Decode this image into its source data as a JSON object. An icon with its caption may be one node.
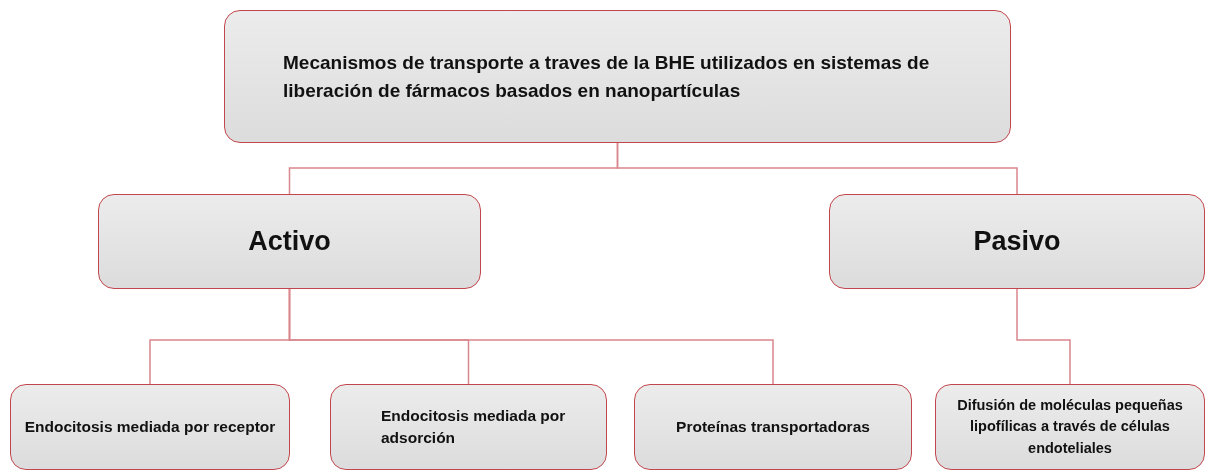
{
  "diagram": {
    "nodes": [
      {
        "text": [
          "Mecanismos de transporte a traves de la BHE utilizados en sistemas de liberación de fármacos basados en nanopartículas"
        ]
      },
      {
        "text": [
          "Activo"
        ]
      },
      {
        "text": [
          "Pasivo"
        ]
      },
      {
        "text": [
          "Endocitosis mediada por receptor"
        ]
      },
      {
        "text": [
          "Endocitosis mediada por adsorción"
        ]
      },
      {
        "text": [
          "Proteínas transportadoras"
        ]
      },
      {
        "text": [
          "Difusión de moléculas pequeñas lipofílicas a través de células endoteliales"
        ]
      }
    ],
    "edges": [
      {
        "from": 0,
        "to": 1,
        "arrow": "none"
      },
      {
        "from": 0,
        "to": 2,
        "arrow": "none"
      },
      {
        "from": 1,
        "to": 3,
        "arrow": "none"
      },
      {
        "from": 1,
        "to": 4,
        "arrow": "none"
      },
      {
        "from": 1,
        "to": 5,
        "arrow": "none"
      },
      {
        "from": 2,
        "to": 6,
        "arrow": "none"
      }
    ]
  }
}
